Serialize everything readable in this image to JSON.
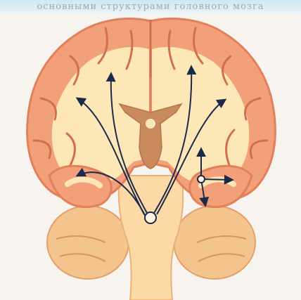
{
  "page": {
    "background_text": "основными  структурами  головного мозга",
    "colors": {
      "background": "#f7f4ef",
      "cortex": "#f2a07a",
      "cortex_edge": "#e2805c",
      "white_matter": "#fde7b6",
      "brainstem": "#fcd9a5",
      "cerebellum": "#f4c48e",
      "ventricle": "#c98a5e",
      "arrow": "#1a2a4a"
    }
  },
  "diagram": {
    "subject": "brain-coronal-section",
    "pathway_origins": [
      "brainstem-nucleus",
      "temporal-relay-nucleus"
    ]
  }
}
